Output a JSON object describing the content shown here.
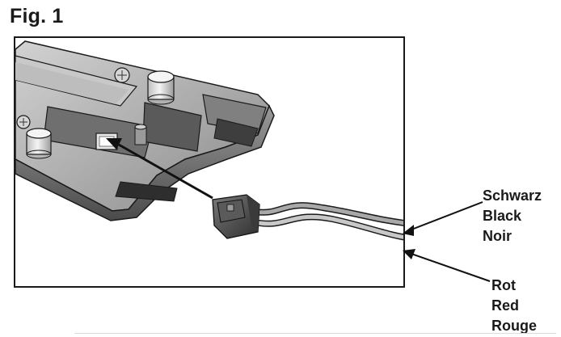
{
  "figure": {
    "title": "Fig. 1"
  },
  "labels": {
    "black_wire": [
      "Schwarz",
      "Black",
      "Noir"
    ],
    "red_wire": [
      "Rot",
      "Red",
      "Rouge"
    ]
  }
}
